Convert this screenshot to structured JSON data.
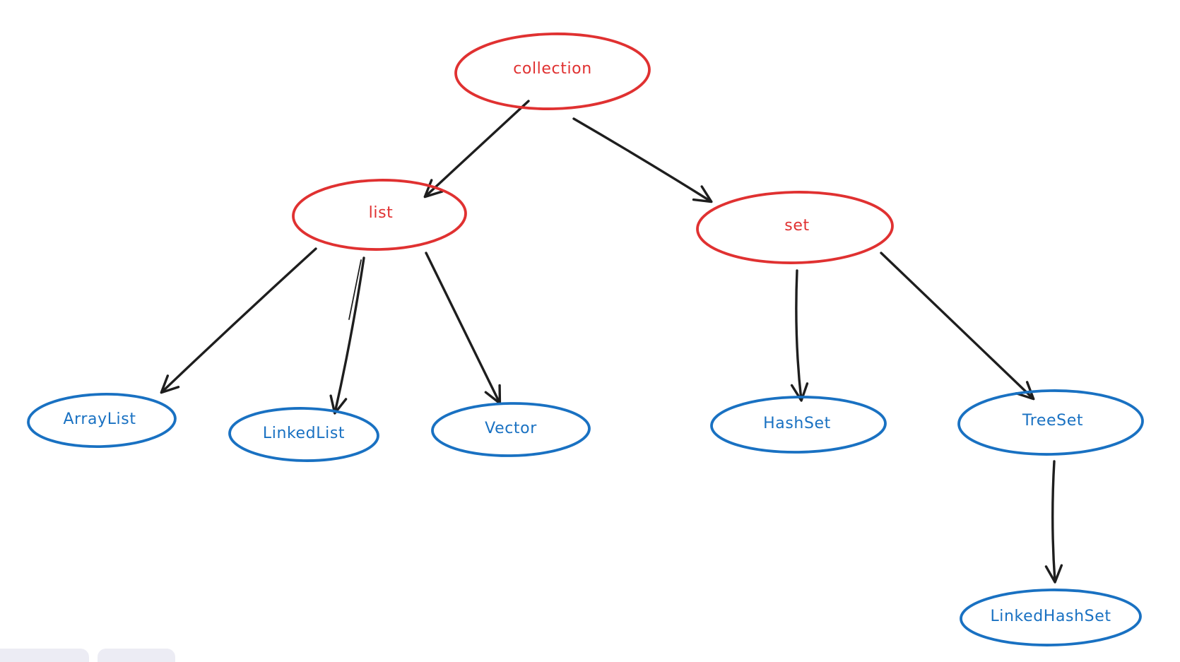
{
  "colors": {
    "interface_red": "#e03131",
    "implementation_blue": "#1971c2",
    "arrow_black": "#1e1e1e",
    "panel_gray": "#ececf4",
    "background": "#ffffff"
  },
  "diagram": {
    "nodes": [
      {
        "id": "collection",
        "label": "collection",
        "color": "red"
      },
      {
        "id": "list",
        "label": "list",
        "color": "red"
      },
      {
        "id": "set",
        "label": "set",
        "color": "red"
      },
      {
        "id": "arraylist",
        "label": "ArrayList",
        "color": "blue"
      },
      {
        "id": "linkedlist",
        "label": "LinkedList",
        "color": "blue"
      },
      {
        "id": "vector",
        "label": "Vector",
        "color": "blue"
      },
      {
        "id": "hashset",
        "label": "HashSet",
        "color": "blue"
      },
      {
        "id": "treeset",
        "label": "TreeSet",
        "color": "blue"
      },
      {
        "id": "linkedhashset",
        "label": "LinkedHashSet",
        "color": "blue"
      }
    ],
    "edges": [
      {
        "from": "collection",
        "to": "list"
      },
      {
        "from": "collection",
        "to": "set"
      },
      {
        "from": "list",
        "to": "arraylist"
      },
      {
        "from": "list",
        "to": "linkedlist"
      },
      {
        "from": "list",
        "to": "vector"
      },
      {
        "from": "set",
        "to": "hashset"
      },
      {
        "from": "set",
        "to": "treeset"
      },
      {
        "from": "treeset",
        "to": "linkedhashset"
      }
    ]
  }
}
